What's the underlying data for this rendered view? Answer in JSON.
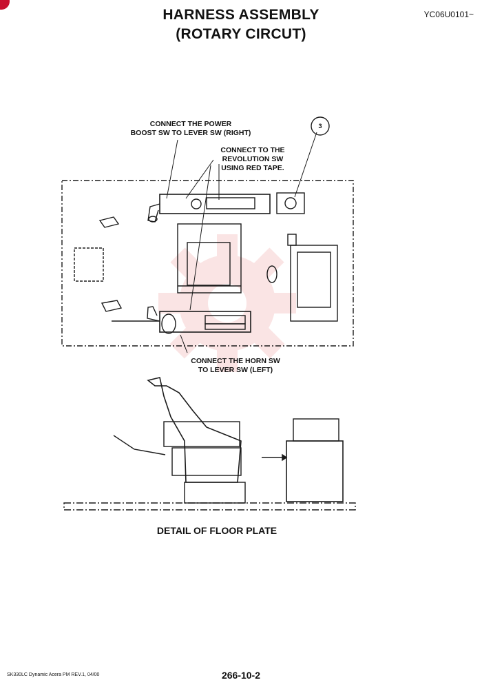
{
  "header": {
    "title_line1": "HARNESS ASSEMBLY",
    "title_line2": "(ROTARY CIRCUT)",
    "doc_code": "YC06U0101~"
  },
  "callouts": {
    "power_boost_line1": "CONNECT THE POWER",
    "power_boost_line2": "BOOST SW TO LEVER SW (RIGHT)",
    "revolution_line1": "CONNECT TO THE",
    "revolution_line2": "REVOLUTION SW",
    "revolution_line3": "USING RED TAPE.",
    "horn_line1": "CONNECT THE HORN SW",
    "horn_line2": "TO LEVER SW (LEFT)",
    "item_number": "3"
  },
  "caption": "DETAIL OF FLOOR PLATE",
  "footer": {
    "left": "SK330LC Dynamic Acera PM REV.1, 04/00",
    "page": "266-10-2"
  },
  "colors": {
    "ink": "#1a1a1a",
    "watermark": "#f3b5b5",
    "corner_mark": "#c8102e"
  }
}
